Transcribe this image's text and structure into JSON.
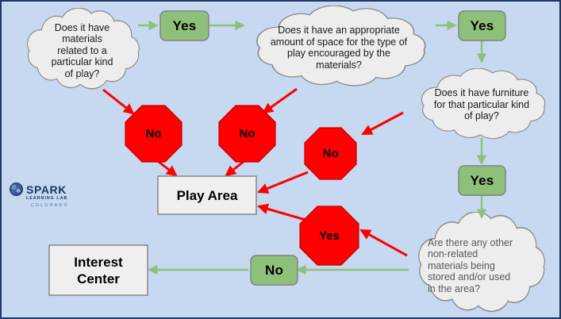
{
  "diagram": {
    "title": "Play Area vs Interest Center decision flowchart",
    "background_color": "#c6d9f1",
    "border_color": "#1f3864",
    "colors": {
      "cloud_fill": "#ededed",
      "cloud_stroke": "#8c8c8c",
      "green_fill": "#8fc07a",
      "green_stroke": "#7f7f7f",
      "green_arrow": "#8fc07a",
      "red_fill": "#ff0000",
      "red_stroke": "#b30000",
      "red_arrow": "#ff0000",
      "box_fill": "#efefef",
      "box_stroke": "#808080",
      "text_dark": "#1a1a1a",
      "text_gray": "#595959"
    },
    "clouds": [
      {
        "id": "q1",
        "text": "Does it have\nmaterials\nrelated to a\nparticular kind\nof play?"
      },
      {
        "id": "q2",
        "text": "Does it have an appropriate\namount of space for the type of\nplay encouraged by the\nmaterials?"
      },
      {
        "id": "q3",
        "text": "Does it have furniture\nfor that particular kind\nof play?"
      },
      {
        "id": "q4",
        "text": "Are there any other\nnon-related\nmaterials being\nstored and/or used\nin the area?"
      }
    ],
    "yes_chips": [
      {
        "id": "yes1",
        "label": "Yes"
      },
      {
        "id": "yes2",
        "label": "Yes"
      },
      {
        "id": "yes3",
        "label": "Yes"
      }
    ],
    "no_chip": {
      "id": "no-chip",
      "label": "No"
    },
    "no_octagons": [
      {
        "id": "no1",
        "label": "No"
      },
      {
        "id": "no2",
        "label": "No"
      },
      {
        "id": "no3",
        "label": "No"
      }
    ],
    "yes_octagon": {
      "id": "yes-oct",
      "label": "Yes"
    },
    "outcome_boxes": [
      {
        "id": "play-area",
        "label": "Play Area"
      },
      {
        "id": "interest-center",
        "label": "Interest\nCenter"
      }
    ],
    "logo": {
      "name": "SPARK",
      "tagline": "LEARNING LAB",
      "state": "COLORADO",
      "icon": "globe-icon"
    }
  }
}
